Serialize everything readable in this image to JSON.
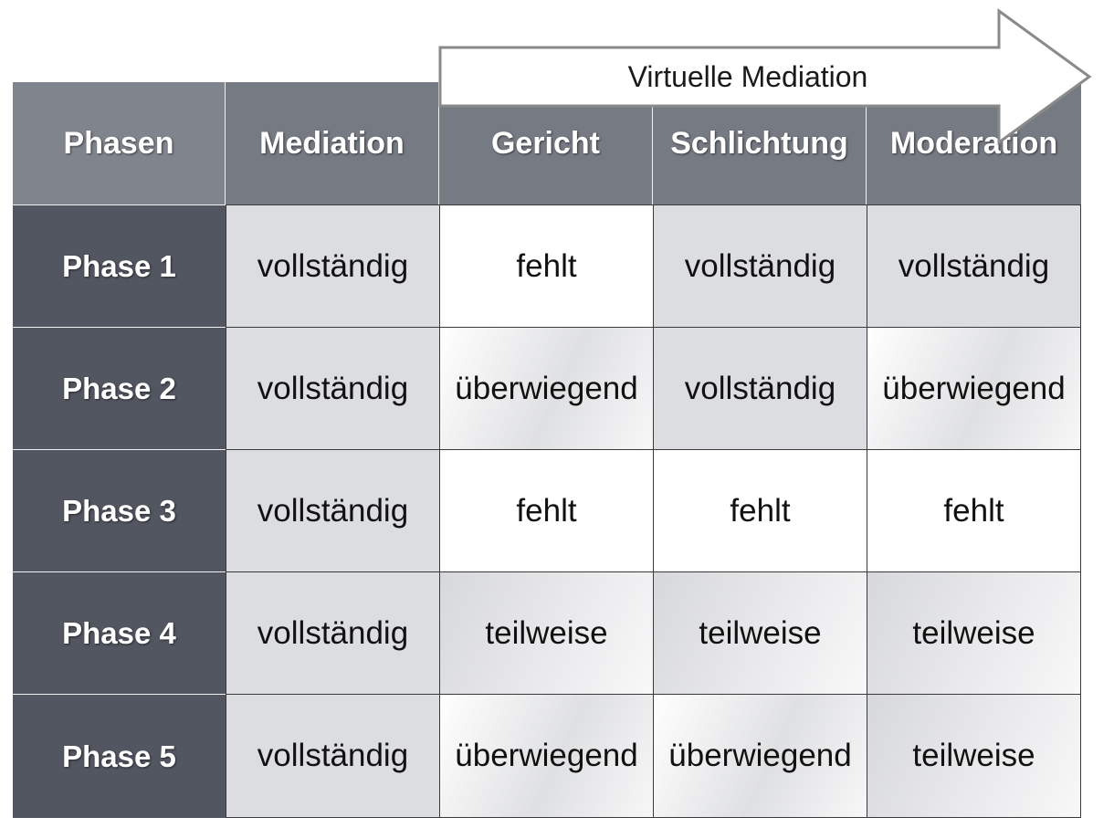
{
  "arrow": {
    "label": "Virtuelle Mediation"
  },
  "table": {
    "corner": "Phasen",
    "columns": [
      "Mediation",
      "Gericht",
      "Schlichtung",
      "Moderation"
    ],
    "rows": [
      {
        "label": "Phase 1",
        "cells": [
          "vollständig",
          "fehlt",
          "vollständig",
          "vollständig"
        ]
      },
      {
        "label": "Phase 2",
        "cells": [
          "vollständig",
          "überwiegend",
          "vollständig",
          "überwiegend"
        ]
      },
      {
        "label": "Phase 3",
        "cells": [
          "vollständig",
          "fehlt",
          "fehlt",
          "fehlt"
        ]
      },
      {
        "label": "Phase 4",
        "cells": [
          "vollständig",
          "teilweise",
          "teilweise",
          "teilweise"
        ]
      },
      {
        "label": "Phase 5",
        "cells": [
          "vollständig",
          "überwiegend",
          "überwiegend",
          "teilweise"
        ]
      }
    ]
  },
  "colors": {
    "header_bg": "#757a83",
    "row_header_bg": "#525661",
    "full_bg": "#dcdde0",
    "missing_bg": "#ffffff",
    "arrow_fill": "#ffffff",
    "arrow_stroke": "#8a8a8a"
  }
}
